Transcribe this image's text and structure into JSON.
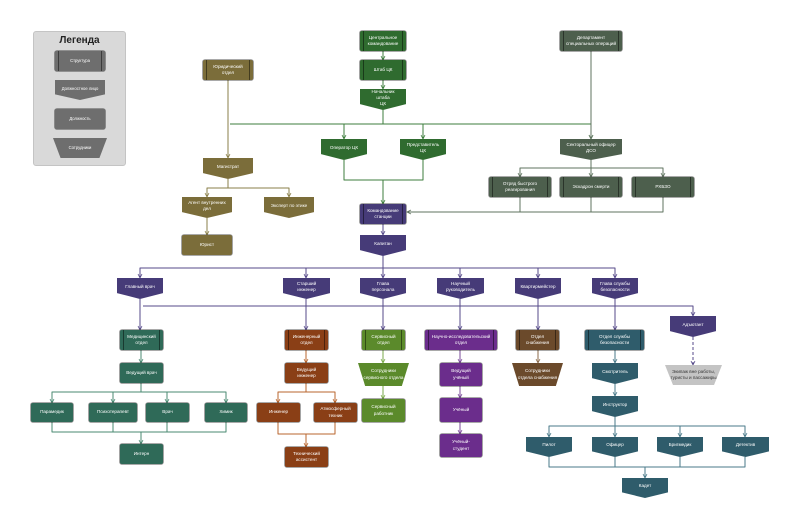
{
  "legend": {
    "title": "Легенда",
    "structure": "Структура",
    "official": "Должностное лицо",
    "position": "Должность",
    "staff": "Сотрудники"
  },
  "colors": {
    "centcom": "#2f6b2f",
    "legal": "#7b6d3a",
    "dso": "#4d5f4d",
    "command": "#463b78",
    "medical": "#2f6a58",
    "engineering": "#8a3f16",
    "service": "#5b8a2b",
    "science": "#6b2d8c",
    "supply": "#6b4a2b",
    "security": "#2f5c6b",
    "civilian": "#c4c4c4",
    "legend": "#6e6e6e"
  },
  "nodes": {
    "centcom": "Центральное\nкомандование",
    "centcom_hq": "Штаб ЦК",
    "centcom_chief": "Начальник штаба\nЦК",
    "centcom_operator": "Оператор ЦК",
    "centcom_rep": "Представитель ЦК",
    "legal_dept": "Юридический\nотдел",
    "magistrate": "Магистрат",
    "iaa": "Агент внутренних дел",
    "ethics": "Эксперт по этике",
    "lawyer": "Юрист",
    "dso": "Департамент\nспециальных операций",
    "dso_officer": "Секторальный офицер\nДСО",
    "ert": "Отряд быстрого\nреагирования",
    "deathsquad": "Эскадрон смерти",
    "rhbzo": "РХБЗО",
    "station_command": "Командование\nстанции",
    "captain": "Капитан",
    "cmo": "Главный врач",
    "ce": "Старший инженер",
    "hop": "Глава персонала",
    "rd": "Научный\nруководитель",
    "qm": "Квартирмейстер",
    "hos": "Глава службы\nбезопасности",
    "adjutant": "Адъютант",
    "medical_dept": "Медицинский\nотдел",
    "lead_doctor": "Ведущий врач",
    "paramedic": "Парамедик",
    "psychologist": "Психотерапевт",
    "doctor": "Врач",
    "chemist": "Химик",
    "intern": "Интерн",
    "engineering_dept": "Инженерный\nотдел",
    "lead_engineer": "Ведущий инженер",
    "engineer": "Инженер",
    "atmos": "Атмосферный\nтехник",
    "tech_assistant": "Технический\nассистент",
    "service_dept": "Сервисный\nотдел",
    "service_staff": "Сотрудники\nсервисного отдела",
    "service_worker": "Сервисный\nработник",
    "science_dept": "Научно-исследовательский\nотдел",
    "lead_scientist": "Ведущий учёный",
    "scientist": "Учёный",
    "student_scientist": "Учёный-студент",
    "supply_dept": "Отдел\nснабжения",
    "supply_staff": "Сотрудники\nотдела снабжения",
    "security_dept": "Отдел службы\nбезопасности",
    "warden": "Смотритель",
    "instructor": "Инструктор",
    "pilot": "Пилот",
    "officer": "Офицер",
    "brigmedic": "Бригмедик",
    "detective": "Детектив",
    "cadet": "Кадет",
    "offduty": "Экипаж вне работы,\nтуристы и пассажиры"
  }
}
